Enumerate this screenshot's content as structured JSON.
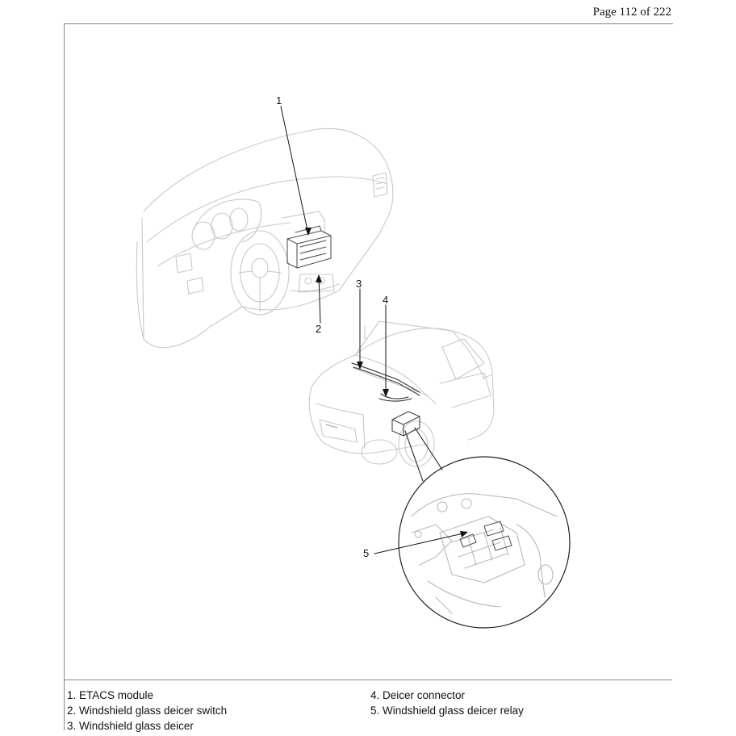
{
  "header": {
    "page_label": "Page 112 of 222"
  },
  "callouts": [
    "1",
    "2",
    "3",
    "4",
    "5"
  ],
  "legend": {
    "left": [
      "1. ETACS module",
      "2. Windshield glass deicer switch",
      "3. Windshield glass deicer"
    ],
    "right": [
      "4. Deicer connector",
      "5. Windshield glass deicer relay"
    ]
  }
}
